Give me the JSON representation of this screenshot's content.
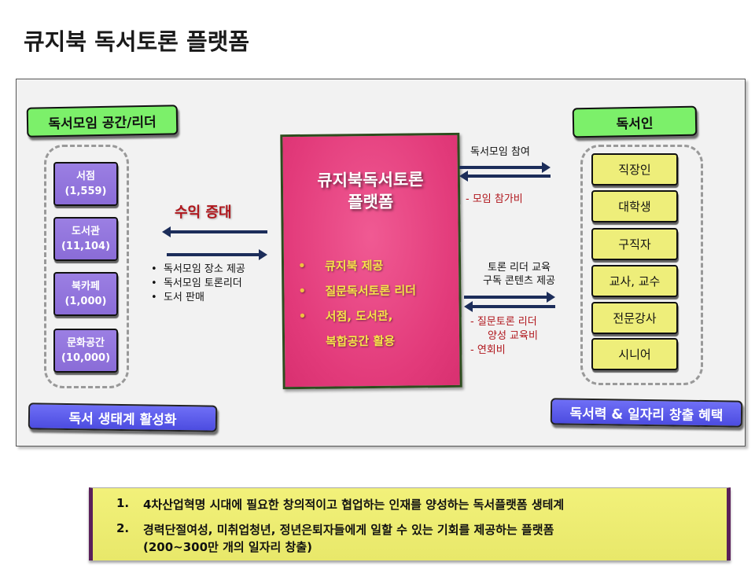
{
  "title": "큐지북 독서토론 플랫폼",
  "left": {
    "header": "독서모임 공간/리더",
    "boxes": [
      {
        "name": "서점",
        "count": "(1,559)"
      },
      {
        "name": "도서관",
        "count": "(11,104)"
      },
      {
        "name": "북카페",
        "count": "(1,000)"
      },
      {
        "name": "문화공간",
        "count": "(10,000)"
      }
    ],
    "footer": "독서 생태계 활성화",
    "revenue_label": "수익 증대",
    "bullets": [
      "독서모임 장소 제공",
      "독서모임 토론리더",
      "도서 판매"
    ]
  },
  "center": {
    "title_line1": "큐지북독서토론",
    "title_line2": "플랫폼",
    "bullets": [
      "큐지북 제공",
      "질문독서토론 리더",
      "서점, 도서관,",
      "복합공간 활용"
    ]
  },
  "right": {
    "header": "독서인",
    "boxes": [
      "직장인",
      "대학생",
      "구직자",
      "교사, 교수",
      "전문강사",
      "시니어"
    ],
    "footer": "독서력 & 일자리 창출 혜택",
    "flow1_label": "독서모임 참여",
    "flow1_fee": "- 모임 참가비",
    "flow2_label1": "토론 리더 교육",
    "flow2_label2": "구독 콘텐츠 제공",
    "flow2_fee1": "- 질문토론 리더",
    "flow2_fee2": "양성 교육비",
    "flow2_fee3": "- 연회비"
  },
  "summary": [
    {
      "num": "1.",
      "text": "4차산업혁명 시대에 필요한 창의적이고 협업하는 인재를 양성하는 독서플랫폼 생테계"
    },
    {
      "num": "2.",
      "text": "경력단절여성, 미취업청년, 정년은퇴자들에게 일할 수 있는 기회를 제공하는 플랫폼"
    },
    {
      "num": "",
      "text": "(200~300만 개의 일자리 창출)"
    }
  ],
  "colors": {
    "green_tag": "#7cf06a",
    "blue_tag": "#5a5aee",
    "purple_box": "#9178dd",
    "yellow_box": "#eeee7a",
    "pink_panel": "#e84583",
    "arrow": "#1c2d5a",
    "red_text": "#b0161c",
    "summary_bg": "#f0ef74"
  }
}
